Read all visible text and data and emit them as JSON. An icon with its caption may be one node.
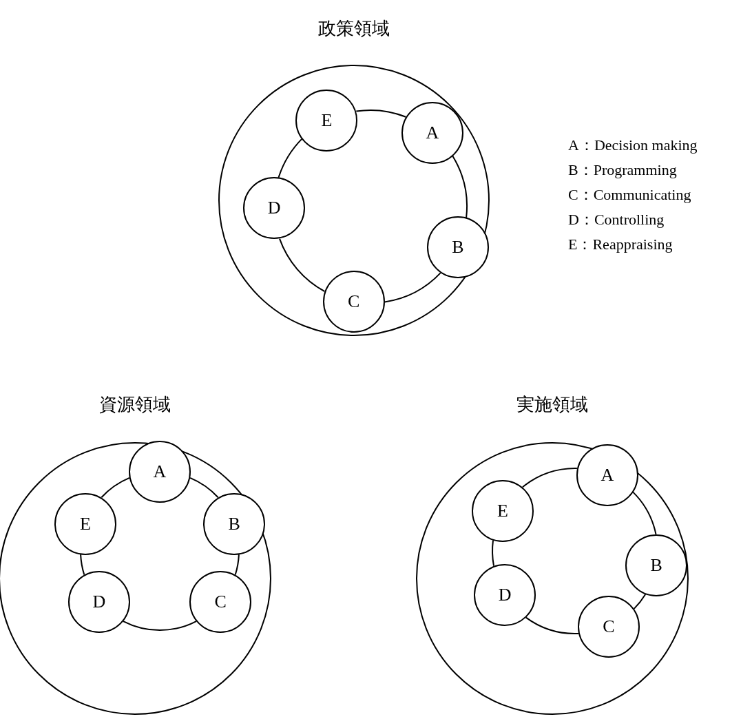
{
  "diagram": {
    "nodes": [
      {
        "text": [
          "政策領域"
        ]
      },
      {
        "text": [
          "A"
        ],
        "in": 0
      },
      {
        "text": [
          "B"
        ],
        "in": 0
      },
      {
        "text": [
          "C"
        ],
        "in": 0
      },
      {
        "text": [
          "D"
        ],
        "in": 0
      },
      {
        "text": [
          "E"
        ],
        "in": 0
      },
      {
        "text": [
          "資源領域"
        ]
      },
      {
        "text": [
          "A"
        ],
        "in": 6
      },
      {
        "text": [
          "B"
        ],
        "in": 6
      },
      {
        "text": [
          "C"
        ],
        "in": 6
      },
      {
        "text": [
          "D"
        ],
        "in": 6
      },
      {
        "text": [
          "E"
        ],
        "in": 6
      },
      {
        "text": [
          "実施領域"
        ]
      },
      {
        "text": [
          "A"
        ],
        "in": 12
      },
      {
        "text": [
          "B"
        ],
        "in": 12
      },
      {
        "text": [
          "C"
        ],
        "in": 12
      },
      {
        "text": [
          "D"
        ],
        "in": 12
      },
      {
        "text": [
          "E"
        ],
        "in": 12
      }
    ],
    "edges": [
      {
        "from": 1,
        "to": 2,
        "arrow": "none"
      },
      {
        "from": 2,
        "to": 3,
        "arrow": "none"
      },
      {
        "from": 3,
        "to": 4,
        "arrow": "none"
      },
      {
        "from": 4,
        "to": 5,
        "arrow": "none"
      },
      {
        "from": 5,
        "to": 1,
        "arrow": "none"
      },
      {
        "from": 7,
        "to": 8,
        "arrow": "none"
      },
      {
        "from": 8,
        "to": 9,
        "arrow": "none"
      },
      {
        "from": 9,
        "to": 10,
        "arrow": "none"
      },
      {
        "from": 10,
        "to": 11,
        "arrow": "none"
      },
      {
        "from": 11,
        "to": 7,
        "arrow": "none"
      },
      {
        "from": 13,
        "to": 14,
        "arrow": "none"
      },
      {
        "from": 14,
        "to": 15,
        "arrow": "none"
      },
      {
        "from": 15,
        "to": 16,
        "arrow": "none"
      },
      {
        "from": 16,
        "to": 17,
        "arrow": "none"
      },
      {
        "from": 17,
        "to": 13,
        "arrow": "none"
      }
    ],
    "labels": [
      "A：Decision making",
      "B：Programming",
      "C：Communicating",
      "D：Controlling",
      "E：Reappraising"
    ]
  }
}
